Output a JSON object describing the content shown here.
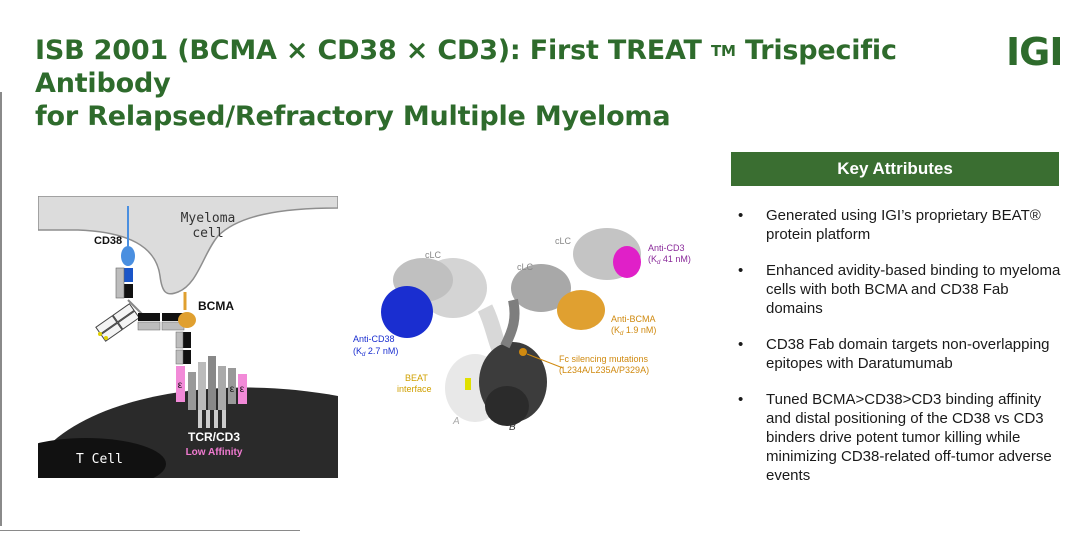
{
  "title": {
    "line1_a": "ISB 2001 (BCMA × CD38 × CD3): First TREAT",
    "tm": "TM",
    "line1_b": " Trispecific Antibody",
    "line2": "for Relapsed/Refractory Multiple Myeloma"
  },
  "logo": {
    "text": "IGI"
  },
  "key_attributes": {
    "header": "Key Attributes",
    "bullet_symbol": "•",
    "items": [
      "Generated using IGI’s proprietary BEAT® protein platform",
      "Enhanced avidity-based binding to myeloma cells with both BCMA and CD38 Fab domains",
      "CD38 Fab domain targets non-overlapping epitopes with Daratumumab",
      "Tuned BCMA>CD38>CD3 binding affinity and distal positioning of the CD38 vs CD3  binders drive potent tumor killing while minimizing CD38-related off-tumor adverse events"
    ]
  },
  "mechanism_diagram": {
    "myeloma_label_1": "Myeloma",
    "myeloma_label_2": "cell",
    "cd38_label": "CD38",
    "bcma_label": "BCMA",
    "epsilon_1": "ε",
    "epsilon_2": "ε",
    "epsilon_3": "ε",
    "tcr_label": "TCR/CD3",
    "affinity_label": "Low Affinity",
    "tcell_label": "T Cell"
  },
  "structure": {
    "clc_1": "cLC",
    "clc_2": "cLC",
    "clc_3": "cLC",
    "anti_cd3": "Anti-CD3",
    "anti_cd3_kd": "(K",
    "anti_cd3_kd_sub": "d",
    "anti_cd3_kd_val": " 41 nM)",
    "anti_bcma": "Anti-BCMA",
    "anti_bcma_kd": "(K",
    "anti_bcma_kd_sub": "d",
    "anti_bcma_kd_val": " 1.9 nM)",
    "anti_cd38": "Anti-CD38",
    "anti_cd38_kd": "(K",
    "anti_cd38_kd_sub": "d",
    "anti_cd38_kd_val": " 2.7 nM)",
    "fc_line1": "Fc silencing mutations",
    "fc_line2": "(L234A/L235A/P329A)",
    "beat_line1": "BEAT",
    "beat_line2": "interface",
    "chain_a": "A",
    "chain_b": "B"
  },
  "colors": {
    "title_green": "#2e6b2c",
    "header_green": "#3a6e31",
    "bcma_orange": "#e0a030",
    "cd3_magenta": "#e020c8",
    "cd38_blue": "#1a2ed0",
    "cd3_pink": "#f07ad0",
    "annotation_purple": "#8a2a9a",
    "annotation_orange": "#d08a10"
  }
}
